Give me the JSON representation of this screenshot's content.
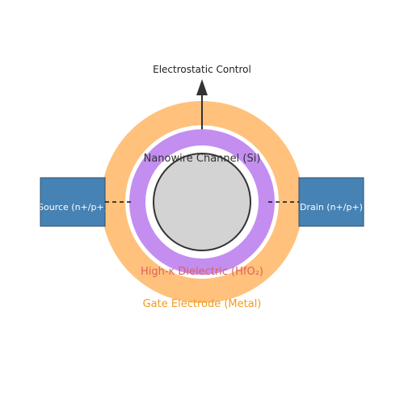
{
  "labels": {
    "top": "Electrostatic Control",
    "channel": "Nanowire Channel (Si)",
    "dielectric": "High-κ Dielectric (HfO₂)",
    "gate": "Gate Electrode (Metal)",
    "source": "Source (n+/p+)",
    "drain": "Drain (n+/p+)"
  },
  "colors": {
    "gate": "#ffc17c",
    "dielectric": "#c38ef0",
    "channel": "#d3d3d3",
    "contact": "#4682b4",
    "dielectric_text": "#e0605a",
    "gate_text": "#f59a1e",
    "channel_text": "#333333",
    "arrow": "#333333"
  }
}
